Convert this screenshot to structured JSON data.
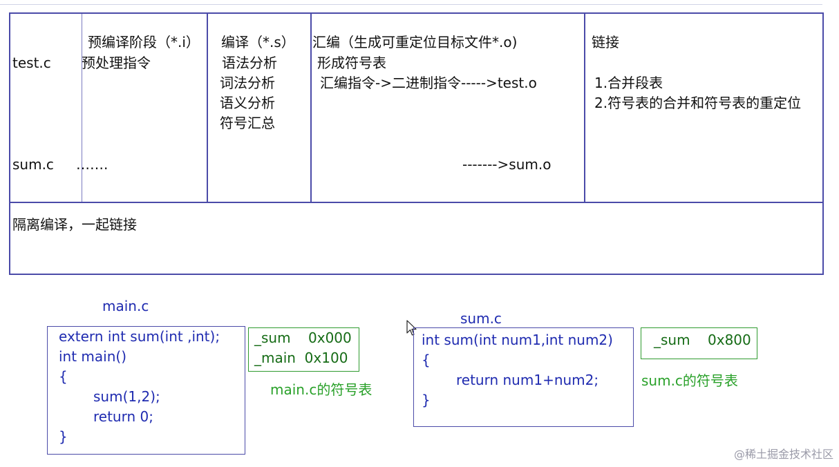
{
  "table": {
    "file1": "test.c",
    "file2": "sum.c",
    "preprocess": {
      "title": "预编译阶段（*.i）",
      "item": "预处理指令",
      "sum_dots": "……."
    },
    "compile": {
      "title": "编译（*.s）",
      "items": [
        "语法分析",
        "词法分析",
        "语义分析",
        "符号汇总"
      ]
    },
    "assemble": {
      "title": "汇编（生成可重定位目标文件*.o)",
      "line1": "形成符号表",
      "line2": "汇编指令->二进制指令----->test.o",
      "sum_out": "------->sum.o"
    },
    "link": {
      "title": "链接",
      "items": [
        "1.合并段表",
        "2.符号表的合并和符号表的重定位"
      ]
    },
    "footer": "隔离编译，一起链接"
  },
  "main_c": {
    "filename": "main.c",
    "code": [
      "extern int sum(int ,int);",
      "int main()",
      "{",
      "sum(1,2);",
      "return 0;",
      "}"
    ],
    "symbols": [
      "_sum    0x000",
      "_main  0x100"
    ],
    "symbol_caption": "main.c的符号表"
  },
  "sum_c": {
    "filename": "sum.c",
    "code": [
      "int sum(int num1,int num2)",
      "{",
      "return num1+num2;",
      "}"
    ],
    "symbols": [
      "_sum    0x800"
    ],
    "symbol_caption": "sum.c的符号表"
  },
  "watermark": "@稀土掘金技术社区",
  "colors": {
    "table_border": "#4a4aa8",
    "code_text": "#1f2bb0",
    "symbol_border": "#2e9a2e",
    "symbol_text": "#156b15",
    "caption_green": "#2aa12a"
  },
  "icons": [
    "mouse-cursor-icon"
  ]
}
